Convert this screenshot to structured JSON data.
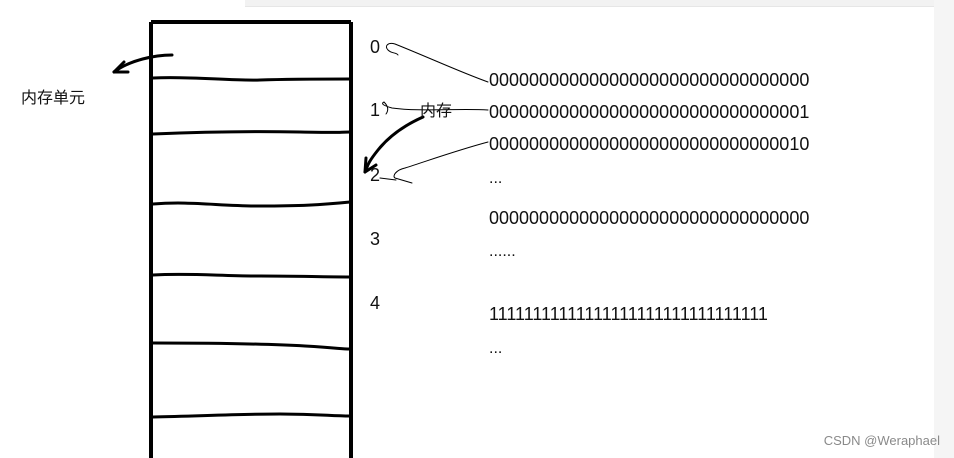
{
  "labels": {
    "memory_unit": "内存单元",
    "memory": "内存"
  },
  "addresses": [
    "0",
    "1",
    "2",
    "3",
    "4"
  ],
  "binary_rows": [
    "00000000000000000000000000000000",
    "00000000000000000000000000000001",
    "00000000000000000000000000000010",
    "00000000000000000000000000000000",
    "11111111111111111111111111111111"
  ],
  "ellipses": [
    "...",
    "......",
    "..."
  ],
  "watermark": "CSDN @Weraphael"
}
